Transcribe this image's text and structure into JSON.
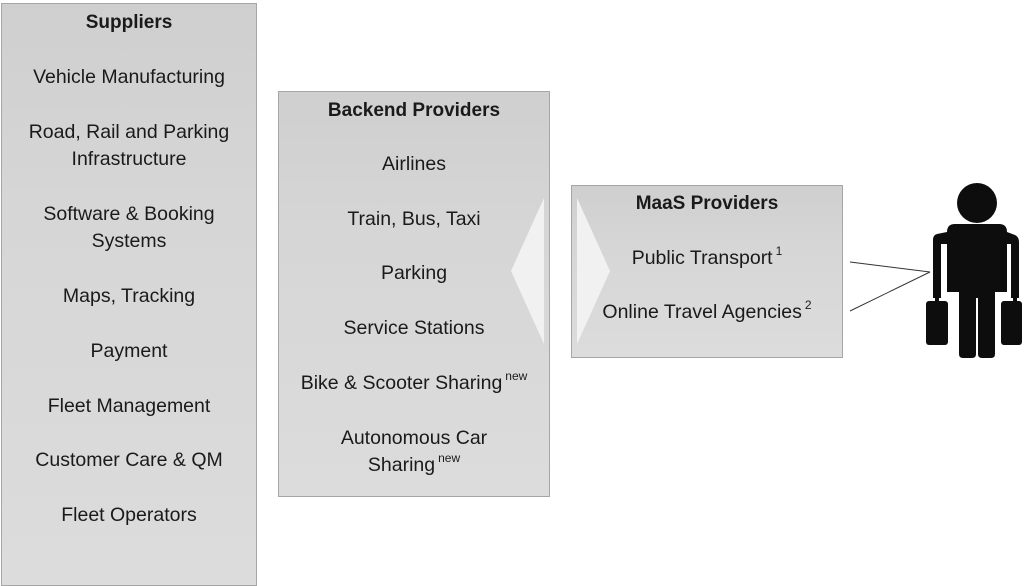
{
  "suppliers": {
    "title": "Suppliers",
    "items": [
      [
        "Vehicle Manufacturing"
      ],
      [
        "Road, Rail and Parking",
        "Infrastructure"
      ],
      [
        "Software & Booking",
        "Systems"
      ],
      [
        "Maps, Tracking"
      ],
      [
        "Payment"
      ],
      [
        "Fleet Management"
      ],
      [
        "Customer Care & QM"
      ],
      [
        "Fleet Operators"
      ]
    ]
  },
  "backend": {
    "title": "Backend Providers",
    "items": [
      {
        "lines": [
          "Airlines"
        ],
        "sup": ""
      },
      {
        "lines": [
          "Train, Bus, Taxi"
        ],
        "sup": ""
      },
      {
        "lines": [
          "Parking"
        ],
        "sup": ""
      },
      {
        "lines": [
          "Service Stations"
        ],
        "sup": ""
      },
      {
        "lines": [
          "Bike & Scooter Sharing"
        ],
        "sup": "new"
      },
      {
        "lines": [
          "Autonomous Car",
          "Sharing"
        ],
        "sup": "new"
      }
    ]
  },
  "maas": {
    "title": "MaaS Providers",
    "items": [
      {
        "text": "Public Transport",
        "sup": "1"
      },
      {
        "text": "Online Travel Agencies",
        "sup": "2"
      }
    ]
  },
  "colors": {
    "box_fill": "#d6d6d6",
    "box_border": "#a6a6a6",
    "arrow_fill": "#f2f2f2",
    "person": "#0d0d0d"
  },
  "icons": {
    "user": "traveler-with-suitcases-icon",
    "flow": "chevron-left-arrow-icon"
  }
}
